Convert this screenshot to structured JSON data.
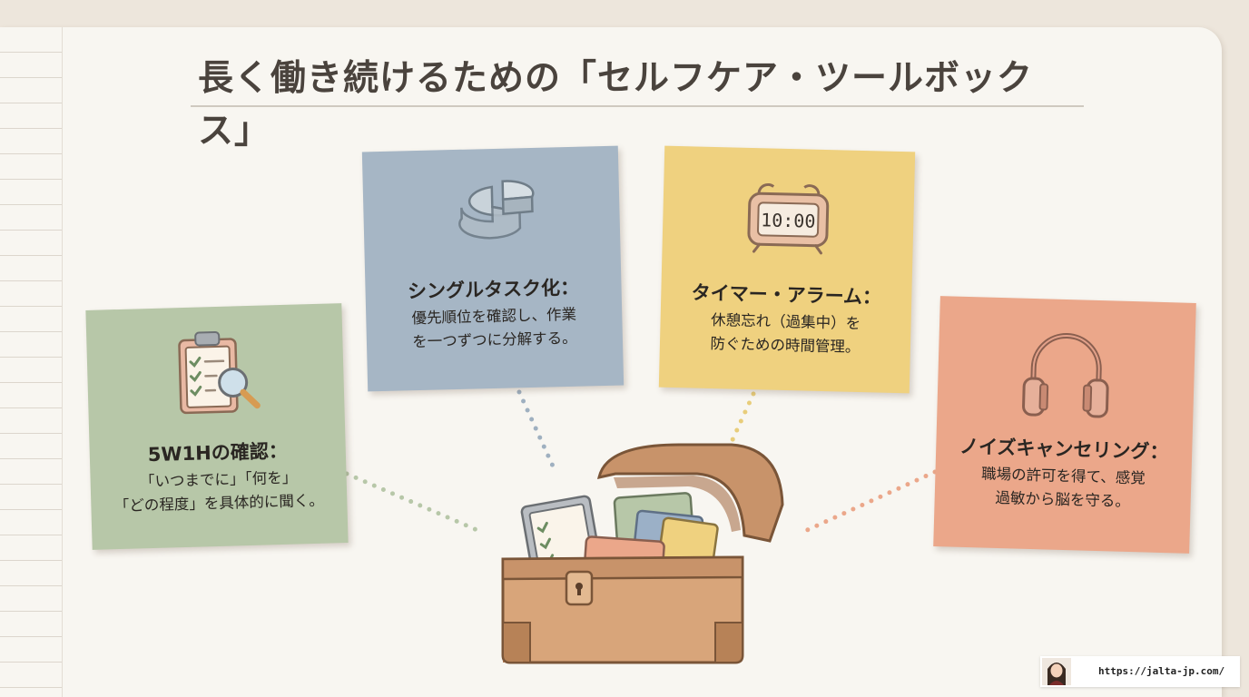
{
  "title": "長く働き続けるための「セルフケア・ツールボックス」",
  "cards": [
    {
      "title": "5W1Hの確認：",
      "lines": [
        "「いつまでに」「何を」",
        "「どの程度」を具体的に聞く。"
      ],
      "icon": "clipboard-magnifier-icon",
      "color": "#b7c7a8"
    },
    {
      "title": "シングルタスク化：",
      "lines": [
        "優先順位を確認し、作業",
        "を一つずつに分解する。"
      ],
      "icon": "pie-chart-icon",
      "color": "#a6b6c5"
    },
    {
      "title": "タイマー・アラーム：",
      "lines": [
        "休憩忘れ（過集中）を",
        "防ぐための時間管理。"
      ],
      "icon": "alarm-clock-icon",
      "clock_display": "10:00",
      "color": "#efd17f"
    },
    {
      "title": "ノイズキャンセリング：",
      "lines": [
        "職場の許可を得て、感覚",
        "過敏から脳を守る。"
      ],
      "icon": "headphones-icon",
      "color": "#eba78a"
    }
  ],
  "center_icon": "treasure-chest-icon",
  "credit": {
    "url": "https://jalta-jp.com/",
    "avatar_icon": "avatar-icon"
  }
}
